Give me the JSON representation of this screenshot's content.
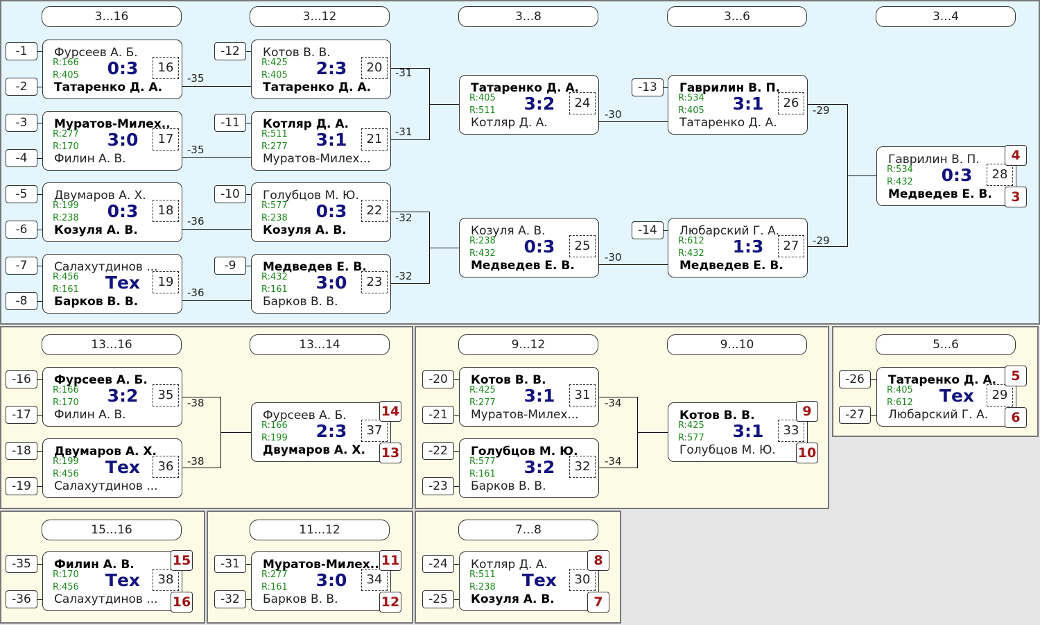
{
  "brackets": [
    {
      "id": "main",
      "panel": {
        "label": "main-bracket-panel",
        "style": "blue"
      }
    },
    {
      "id": "13-16"
    },
    {
      "id": "9-12"
    },
    {
      "id": "5-6"
    },
    {
      "id": "15-16"
    },
    {
      "id": "11-12"
    },
    {
      "id": "7-8"
    }
  ],
  "round_labels": [
    "3...16",
    "3...12",
    "3...8",
    "3...6",
    "3...4",
    "13...16",
    "13...14",
    "9...12",
    "9...10",
    "5...6",
    "15...16",
    "11...12",
    "7...8"
  ],
  "matches": [
    {
      "id": 16,
      "p1": "Фурсеев А. Б.",
      "r1": "R:166",
      "p2": "Татаренко Д. А.",
      "r2": "R:405",
      "score": "0:3",
      "winner": 2
    },
    {
      "id": 17,
      "p1": "Муратов-Милех...",
      "r1": "R:277",
      "p2": "Филин А. В.",
      "r2": "R:170",
      "score": "3:0",
      "winner": 1
    },
    {
      "id": 18,
      "p1": "Двумаров А. Х.",
      "r1": "R:199",
      "p2": "Козуля А. В.",
      "r2": "R:238",
      "score": "0:3",
      "winner": 2
    },
    {
      "id": 19,
      "p1": "Салахутдинов ...",
      "r1": "R:456",
      "p2": "Барков В. В.",
      "r2": "R:161",
      "score": "Тех",
      "winner": 2
    },
    {
      "id": 20,
      "p1": "Котов В. В.",
      "r1": "R:425",
      "p2": "Татаренко Д. А.",
      "r2": "R:405",
      "score": "2:3",
      "winner": 2
    },
    {
      "id": 21,
      "p1": "Котляр Д. А.",
      "r1": "R:511",
      "p2": "Муратов-Милех...",
      "r2": "R:277",
      "score": "3:1",
      "winner": 1
    },
    {
      "id": 22,
      "p1": "Голубцов М. Ю.",
      "r1": "R:577",
      "p2": "Козуля А. В.",
      "r2": "R:238",
      "score": "0:3",
      "winner": 2
    },
    {
      "id": 23,
      "p1": "Медведев Е. В.",
      "r1": "R:432",
      "p2": "Барков В. В.",
      "r2": "R:161",
      "score": "3:0",
      "winner": 1
    },
    {
      "id": 24,
      "p1": "Татаренко Д. А.",
      "r1": "R:405",
      "p2": "Котляр Д. А.",
      "r2": "R:511",
      "score": "3:2",
      "winner": 1
    },
    {
      "id": 25,
      "p1": "Козуля А. В.",
      "r1": "R:238",
      "p2": "Медведев Е. В.",
      "r2": "R:432",
      "score": "0:3",
      "winner": 2
    },
    {
      "id": 26,
      "p1": "Гаврилин В. П.",
      "r1": "R:534",
      "p2": "Татаренко Д. А.",
      "r2": "R:405",
      "score": "3:1",
      "winner": 1
    },
    {
      "id": 27,
      "p1": "Любарский Г. А.",
      "r1": "R:612",
      "p2": "Медведев Е. В.",
      "r2": "R:432",
      "score": "1:3",
      "winner": 2
    },
    {
      "id": 28,
      "p1": "Гаврилин В. П.",
      "r1": "R:534",
      "p2": "Медведев Е. В.",
      "r2": "R:432",
      "score": "0:3",
      "winner": 2,
      "places": [
        "4",
        "3"
      ]
    },
    {
      "id": 35,
      "p1": "Фурсеев А. Б.",
      "r1": "R:166",
      "p2": "Филин А. В.",
      "r2": "R:170",
      "score": "3:2",
      "winner": 1
    },
    {
      "id": 36,
      "p1": "Двумаров А. Х.",
      "r1": "R:199",
      "p2": "Салахутдинов ...",
      "r2": "R:456",
      "score": "Тех",
      "winner": 1
    },
    {
      "id": 37,
      "p1": "Фурсеев А. Б.",
      "r1": "R:166",
      "p2": "Двумаров А. Х.",
      "r2": "R:199",
      "score": "2:3",
      "winner": 2,
      "places": [
        "14",
        "13"
      ]
    },
    {
      "id": 31,
      "p1": "Котов В. В.",
      "r1": "R:425",
      "p2": "Муратов-Милех...",
      "r2": "R:277",
      "score": "3:1",
      "winner": 1
    },
    {
      "id": 32,
      "p1": "Голубцов М. Ю.",
      "r1": "R:577",
      "p2": "Барков В. В.",
      "r2": "R:161",
      "score": "3:2",
      "winner": 1
    },
    {
      "id": 33,
      "p1": "Котов В. В.",
      "r1": "R:425",
      "p2": "Голубцов М. Ю.",
      "r2": "R:577",
      "score": "3:1",
      "winner": 1,
      "places": [
        "9",
        "10"
      ]
    },
    {
      "id": 29,
      "p1": "Татаренко Д. А.",
      "r1": "R:405",
      "p2": "Любарский Г. А.",
      "r2": "R:612",
      "score": "Тех",
      "winner": 1,
      "places": [
        "5",
        "6"
      ]
    },
    {
      "id": 38,
      "p1": "Филин А. В.",
      "r1": "R:170",
      "p2": "Салахутдинов ...",
      "r2": "R:456",
      "score": "Тех",
      "winner": 1,
      "places": [
        "15",
        "16"
      ]
    },
    {
      "id": 34,
      "p1": "Муратов-Милех...",
      "r1": "R:277",
      "p2": "Барков В. В.",
      "r2": "R:161",
      "score": "3:0",
      "winner": 1,
      "places": [
        "11",
        "12"
      ]
    },
    {
      "id": 30,
      "p1": "Котляр Д. А.",
      "r1": "R:511",
      "p2": "Козуля А. В.",
      "r2": "R:238",
      "score": "Тех",
      "winner": 2,
      "places": [
        "8",
        "7"
      ]
    }
  ],
  "seeds": [
    "-1",
    "-2",
    "-3",
    "-4",
    "-5",
    "-6",
    "-7",
    "-8",
    "-12",
    "-11",
    "-10",
    "-9",
    "-13",
    "-14",
    "-16",
    "-17",
    "-18",
    "-19",
    "-20",
    "-21",
    "-22",
    "-23",
    "-26",
    "-27",
    "-35",
    "-36",
    "-31",
    "-32",
    "-24",
    "-25"
  ],
  "loser_refs": [
    "-35",
    "-35",
    "-36",
    "-36",
    "-31",
    "-31",
    "-32",
    "-32",
    "-30",
    "-30",
    "-29",
    "-29",
    "-38",
    "-38",
    "-34",
    "-34"
  ]
}
